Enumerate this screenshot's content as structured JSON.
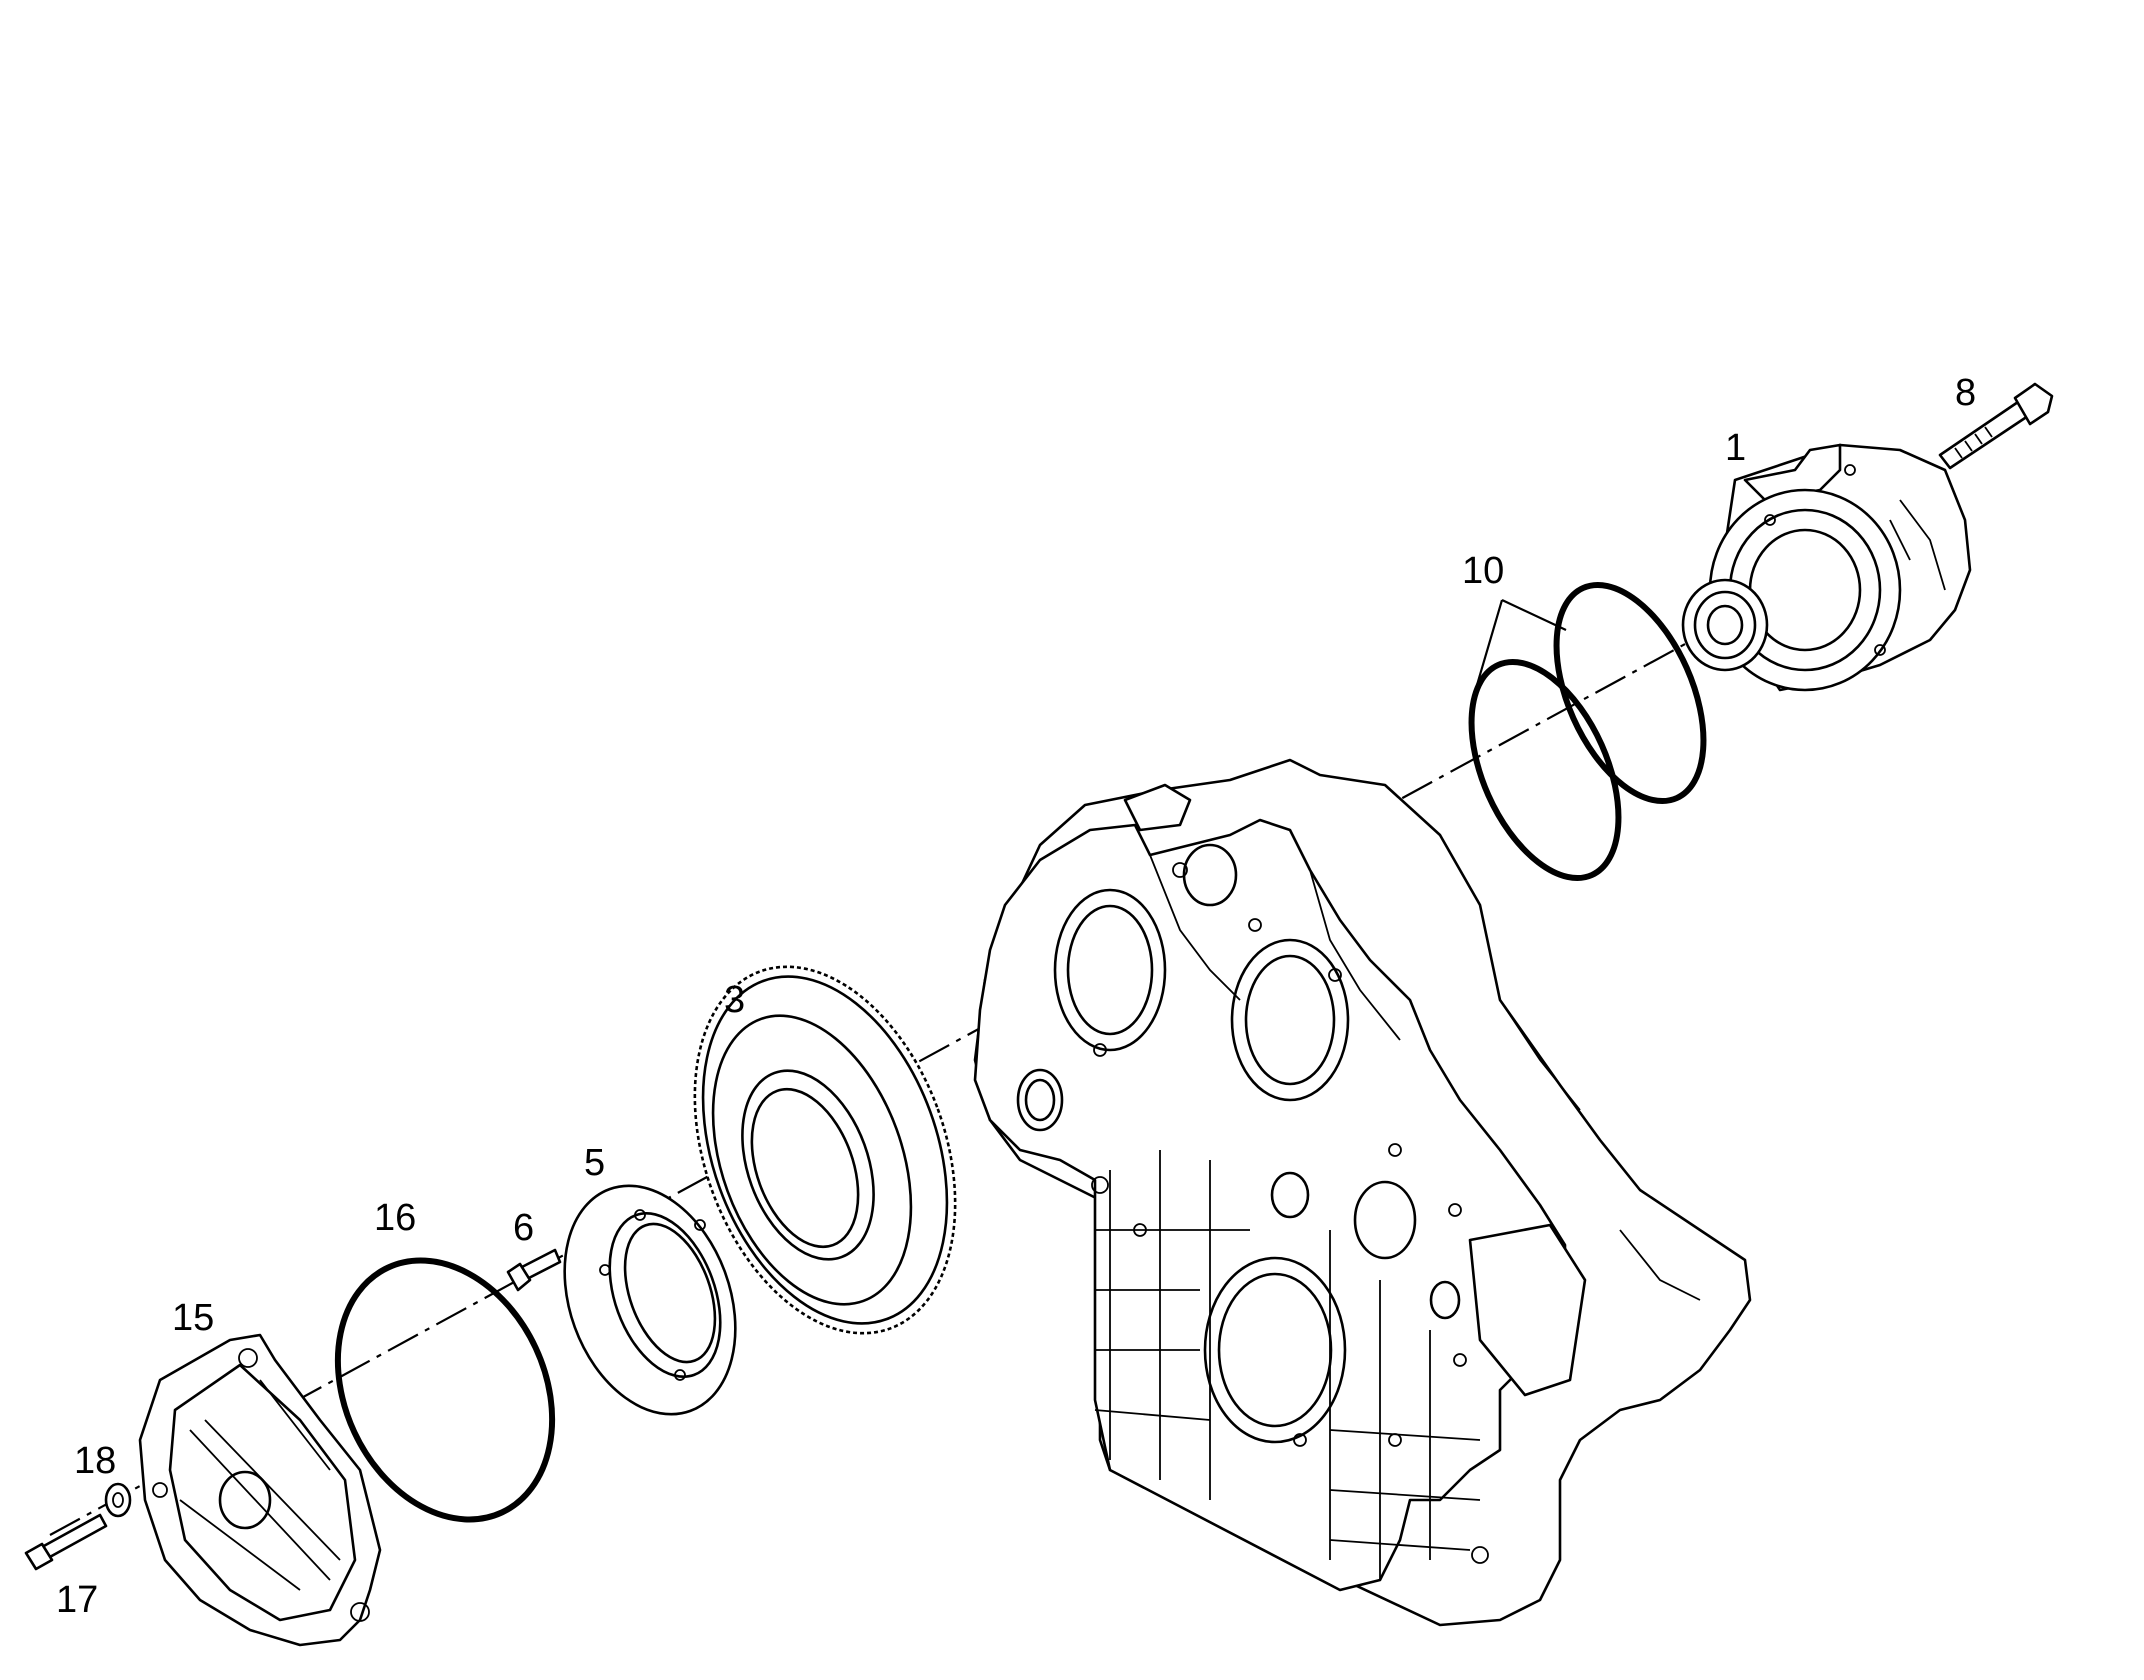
{
  "callouts": {
    "c1": "1",
    "c3": "3",
    "c5": "5",
    "c6": "6",
    "c8": "8",
    "c10": "10",
    "c15": "15",
    "c16": "16",
    "c17": "17",
    "c18": "18"
  }
}
